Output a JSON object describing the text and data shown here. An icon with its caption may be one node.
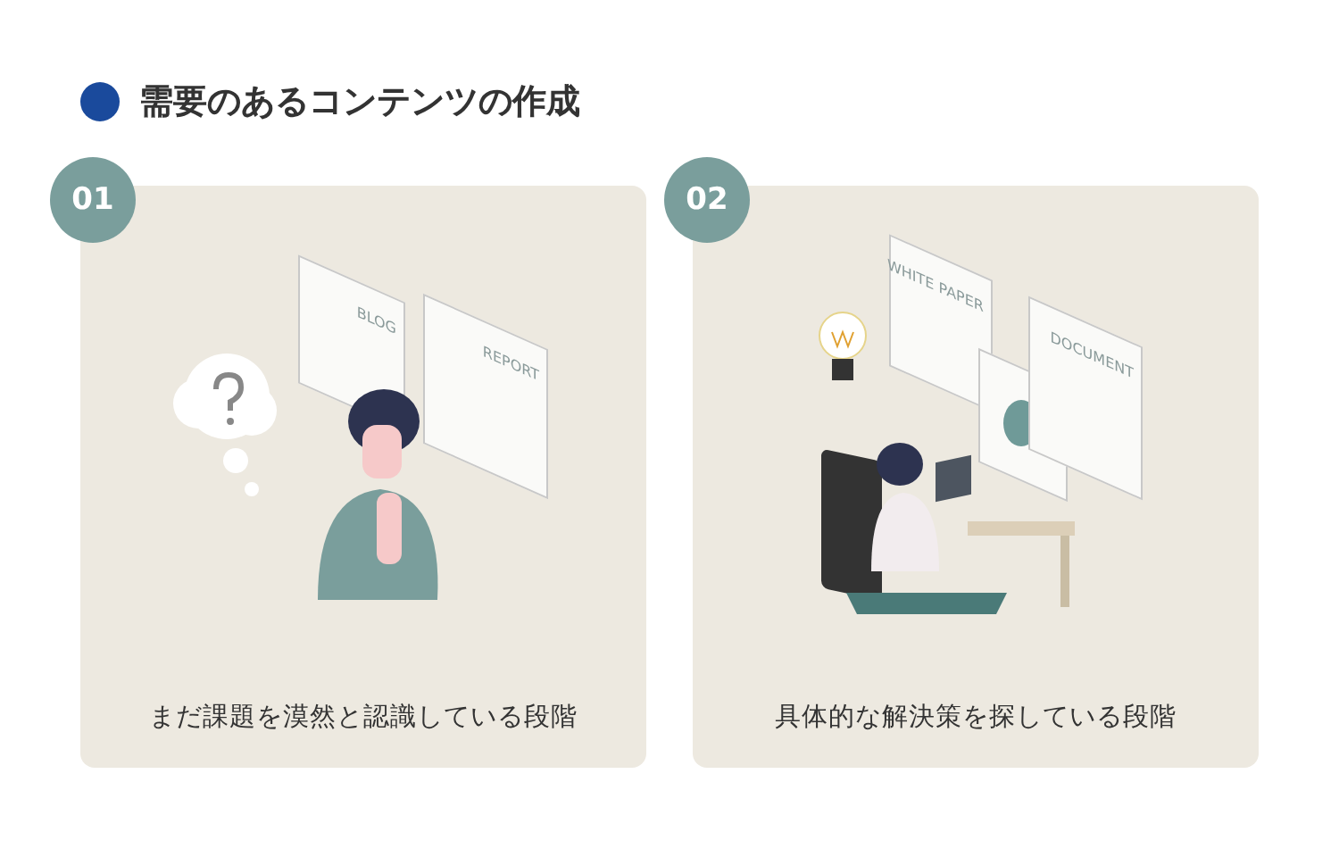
{
  "diagram": {
    "title": "需要のあるコンテンツの作成",
    "nodes": [
      {
        "text": [
          "01"
        ]
      },
      {
        "text": [
          "まだ課題を漠然と認識している段階"
        ]
      },
      {
        "text": [
          "02"
        ]
      },
      {
        "text": [
          "具体的な解決策を探している段階"
        ]
      }
    ],
    "edges": [],
    "labels": [
      "BLOG",
      "REPORT",
      "WHITE PAPER",
      "DOCUMENT"
    ]
  }
}
